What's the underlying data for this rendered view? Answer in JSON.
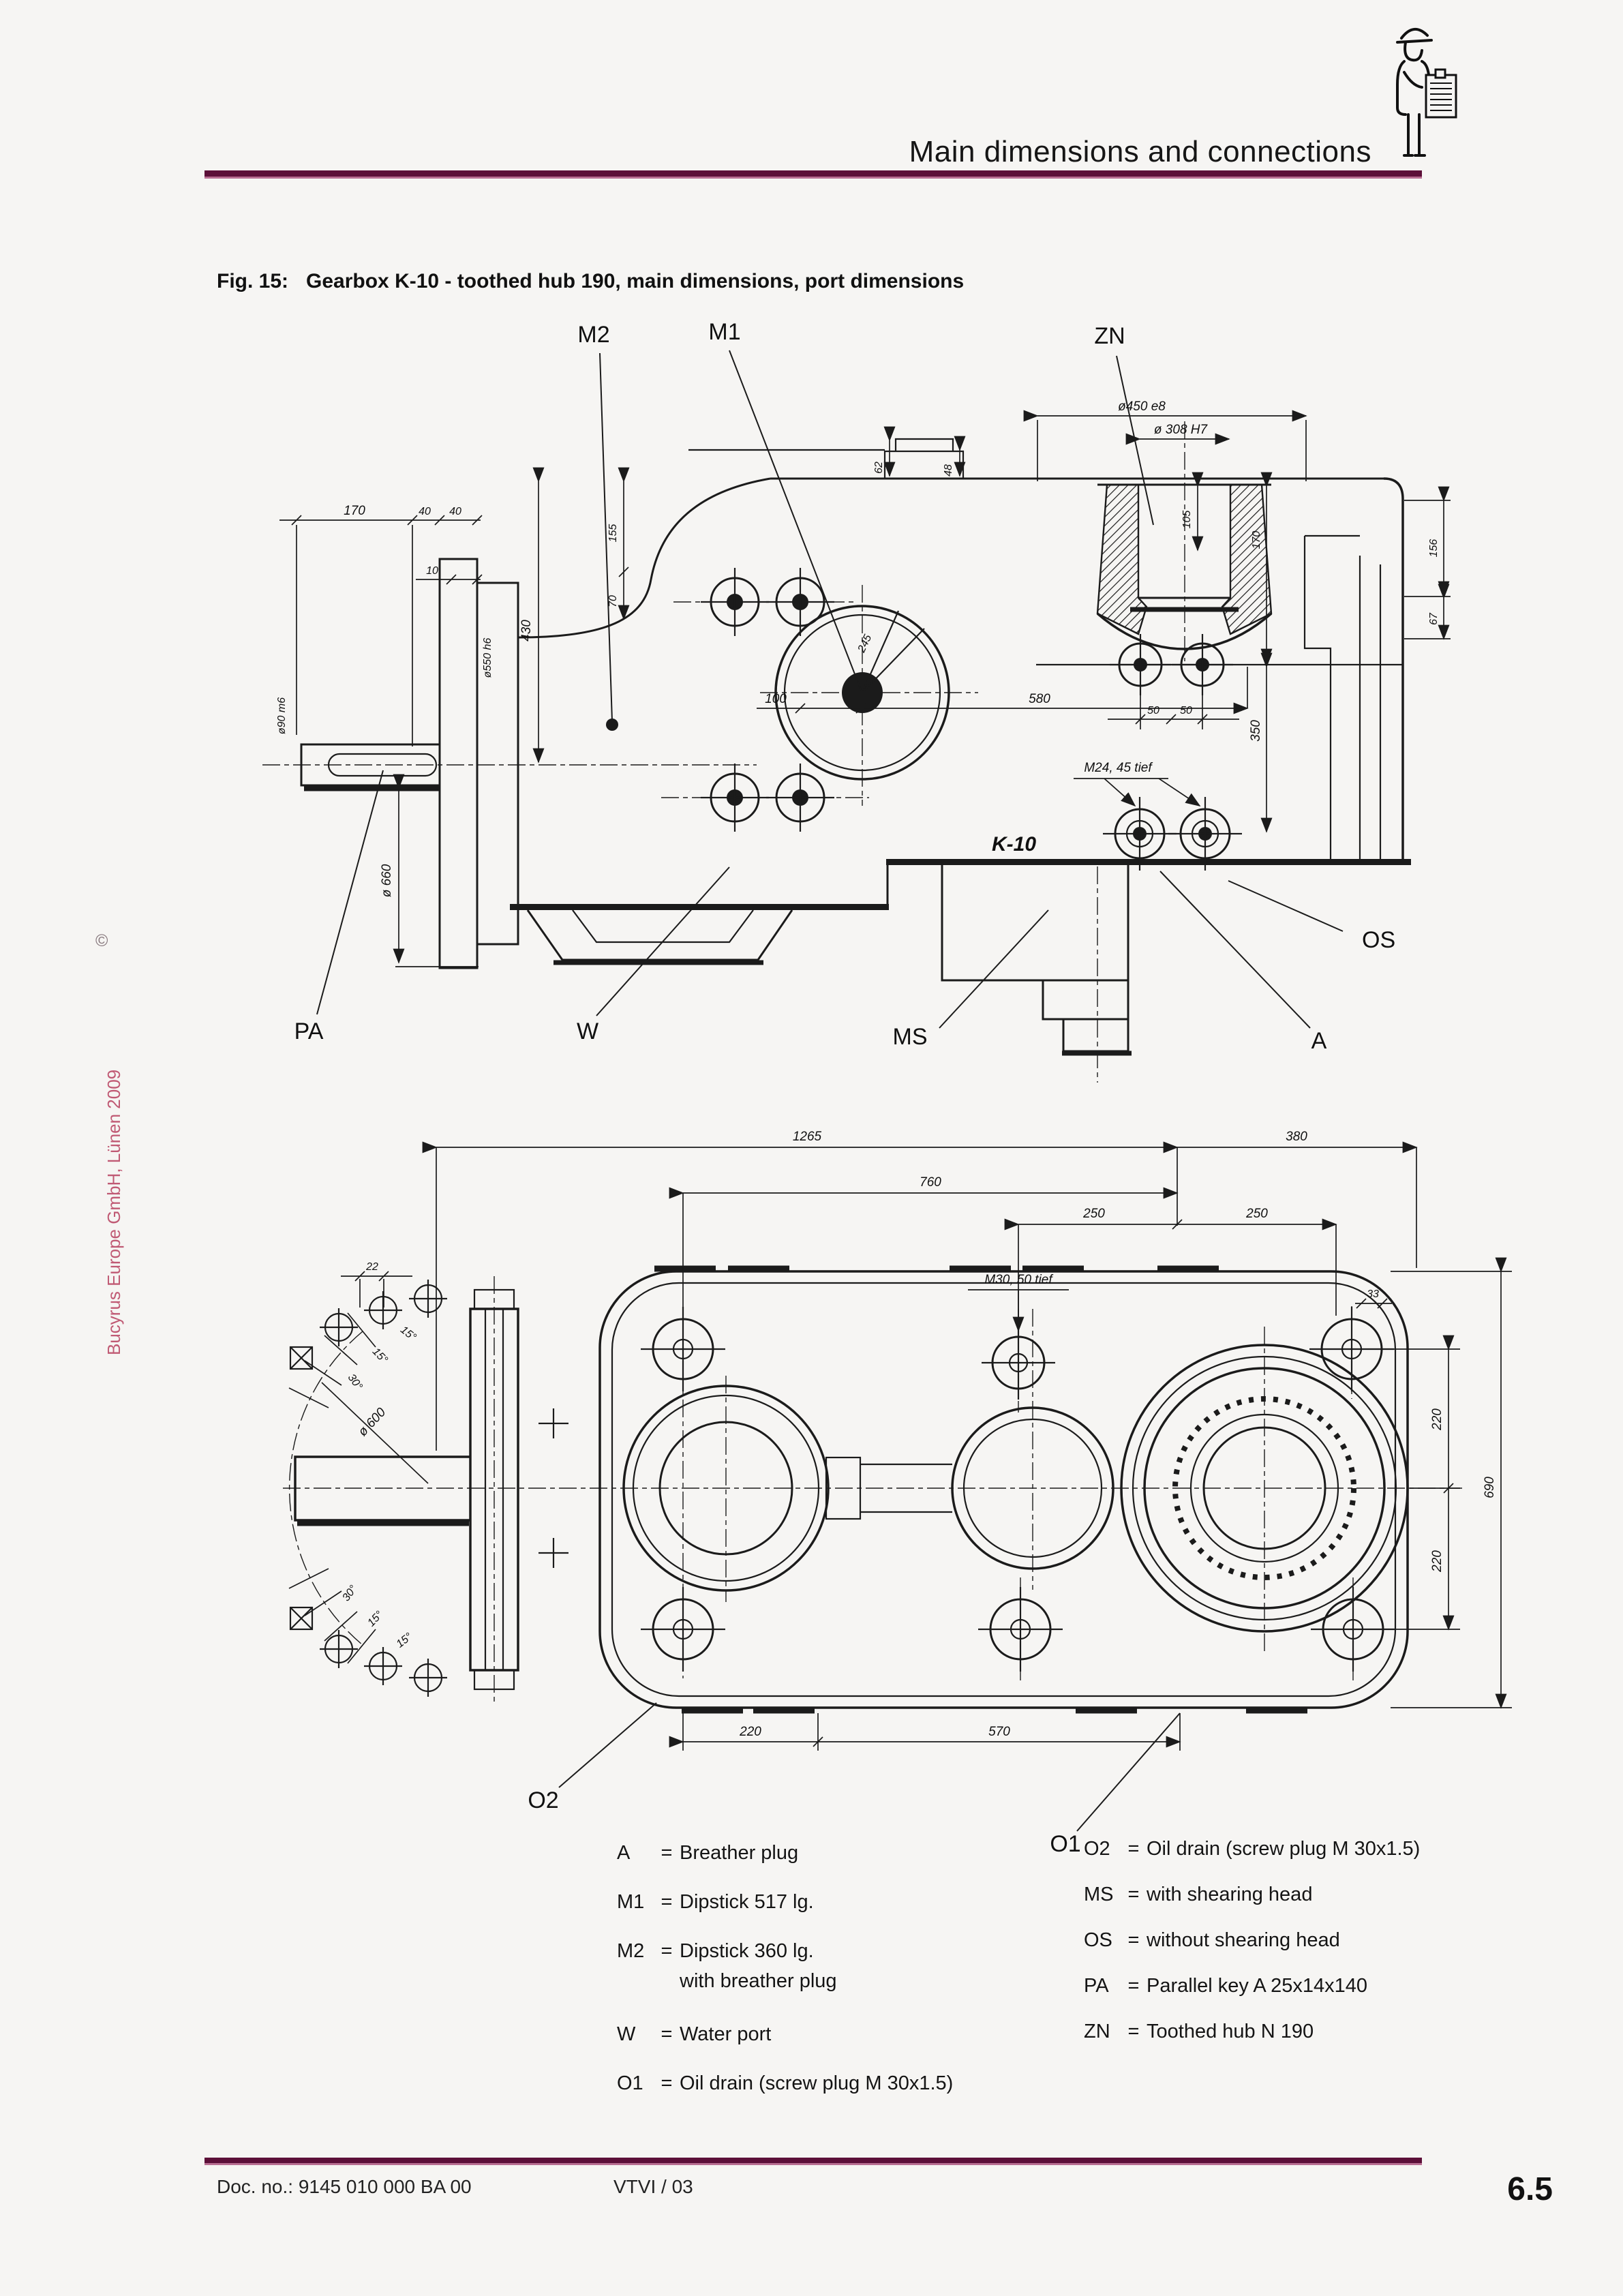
{
  "header": {
    "title": "Main dimensions and connections"
  },
  "figure": {
    "caption_label": "Fig. 15:",
    "caption": "Gearbox K-10 - toothed hub 190, main dimensions, port dimensions"
  },
  "sidebar": {
    "copyright": "©",
    "text": "Bucyrus Europe GmbH, Lünen 2009"
  },
  "drawing1": {
    "labels": {
      "m2": "M2",
      "m1": "M1",
      "zn": "ZN",
      "pa": "PA",
      "w": "W",
      "ms": "MS",
      "os": "OS",
      "a": "A",
      "model": "K-10"
    },
    "dims": {
      "d170": "170",
      "d40a": "40",
      "d40b": "40",
      "d10": "10",
      "d430": "430",
      "d155": "155",
      "d70": "70",
      "d550": "ø550 h6",
      "d90": "ø90 m6",
      "d660": "ø 660",
      "d62": "62",
      "d48": "48",
      "d450": "ø450 e8",
      "d308": "ø 308 H7",
      "d105": "105",
      "d170b": "170",
      "d100": "100",
      "d580": "580",
      "d245": "245",
      "d50a": "50",
      "d50b": "50",
      "m24": "M24, 45 tief",
      "d350": "350",
      "d156": "156",
      "d67": "67"
    }
  },
  "drawing2": {
    "labels": {
      "o2": "O2",
      "o1": "O1"
    },
    "dims": {
      "d1265": "1265",
      "d380": "380",
      "d760": "760",
      "d250a": "250",
      "d250b": "250",
      "d22": "22",
      "d33": "33",
      "m30": "M30, 50 tief",
      "d600": "ø 600",
      "d220r1": "220",
      "d220r2": "220",
      "d690": "690",
      "d220b": "220",
      "d570": "570",
      "a15a": "15°",
      "a15b": "15°",
      "a30": "30°",
      "b15a": "15°",
      "b15b": "15°",
      "b30": "30°"
    }
  },
  "legend": {
    "left": [
      {
        "key": "A",
        "eq": "=",
        "value": "Breather plug"
      },
      {
        "key": "M1",
        "eq": "=",
        "value": "Dipstick 517 lg."
      },
      {
        "key": "M2",
        "eq": "=",
        "value": "Dipstick 360 lg.",
        "value2": "with breather plug"
      },
      {
        "key": "W",
        "eq": "=",
        "value": "Water port"
      },
      {
        "key": "O1",
        "eq": "=",
        "value": "Oil drain (screw plug M 30x1.5)"
      }
    ],
    "right": [
      {
        "key": "O2",
        "eq": "=",
        "value": "Oil drain (screw plug M 30x1.5)"
      },
      {
        "key": "MS",
        "eq": "=",
        "value": "with shearing head"
      },
      {
        "key": "OS",
        "eq": "=",
        "value": "without shearing head"
      },
      {
        "key": "PA",
        "eq": "=",
        "value": "Parallel key A 25x14x140"
      },
      {
        "key": "ZN",
        "eq": "=",
        "value": "Toothed hub N 190"
      }
    ]
  },
  "footer": {
    "doc_no": "Doc. no.: 9145 010 000 BA 00",
    "code": "VTVI / 03",
    "page": "6.5"
  },
  "colors": {
    "rule": "#5c0f38",
    "sidebar_text": "#c05a74",
    "ink": "#1a1a1a",
    "paper": "#f6f5f3"
  }
}
